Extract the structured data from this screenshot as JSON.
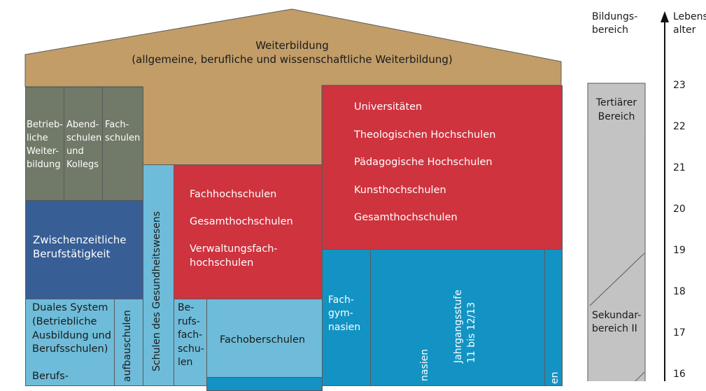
{
  "colors": {
    "roof": "#c29d68",
    "olive": "#717a68",
    "navy": "#375e95",
    "red": "#cf333e",
    "lightblue": "#6ebcd9",
    "blue": "#1293c3",
    "grey": "#c3c3c3",
    "border": "#5a5a5a"
  },
  "roof": {
    "title": "Weiterbildung",
    "subtitle": "(allgemeine, berufliche und wissenschaftliche Weiterbildung)"
  },
  "left_columns": {
    "betrieb": [
      "Betrieb-",
      "liche",
      "Weiter-",
      "bildung"
    ],
    "abend": [
      "Abend-",
      "schulen",
      "und",
      "Kollegs"
    ],
    "fach": [
      "Fach-",
      "schulen"
    ]
  },
  "zwischen": [
    "Zwischenzeitliche",
    "Berufstätigkeit"
  ],
  "duales": [
    "Duales System",
    "(Betriebliche",
    "Ausbildung und",
    "Berufsschulen)",
    "Berufs-"
  ],
  "aufbau_label": "aufbauschulen",
  "gesundheit_label": "Schulen des Gesundheitswesens",
  "fachhoch": [
    "Fachhochschulen",
    "Gesamthochschulen",
    "Verwaltungsfach-",
    "hochschulen"
  ],
  "uni": [
    "Universitäten",
    "Theologischen Hochschulen",
    "Pädagogische Hochschulen",
    "Kunsthochschulen",
    "Gesamthochschulen"
  ],
  "berufsfach": [
    "Be-",
    "rufs-",
    "fach-",
    "schu-",
    "len"
  ],
  "fachober": "Fachoberschulen",
  "fachgym": [
    "Fach-",
    "gym-",
    "nasien"
  ],
  "jahrgang": [
    "Jahrgangsstufe",
    "11 bis 12/13"
  ],
  "gym_partial": "nasien",
  "right_partial": "en",
  "bildungsbereich_header": [
    "Bildungs-",
    "bereich"
  ],
  "lebensalter_header": [
    "Lebens",
    "alter"
  ],
  "tertiaer": [
    "Tertiärer",
    "Bereich"
  ],
  "sekundar": [
    "Sekundar-",
    "bereich II"
  ],
  "ages": [
    "23",
    "22",
    "21",
    "20",
    "19",
    "18",
    "17",
    "16"
  ]
}
